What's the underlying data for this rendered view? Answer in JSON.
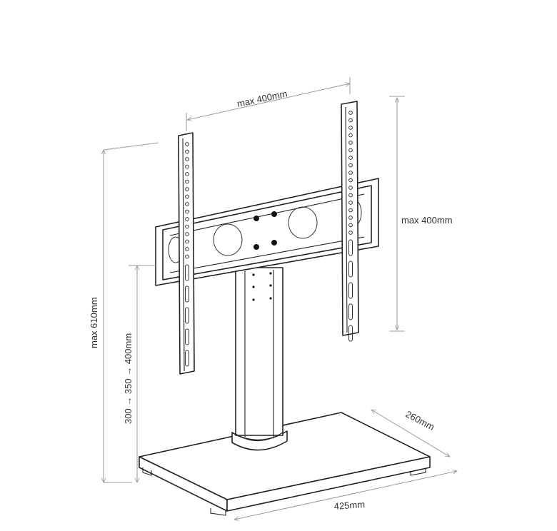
{
  "dimensions": {
    "top_width": "max 400mm",
    "right_height": "max 400mm",
    "total_height": "max 610mm",
    "column_height": "300 → 350 → 400mm",
    "base_depth": "260mm",
    "base_width": "425mm"
  }
}
